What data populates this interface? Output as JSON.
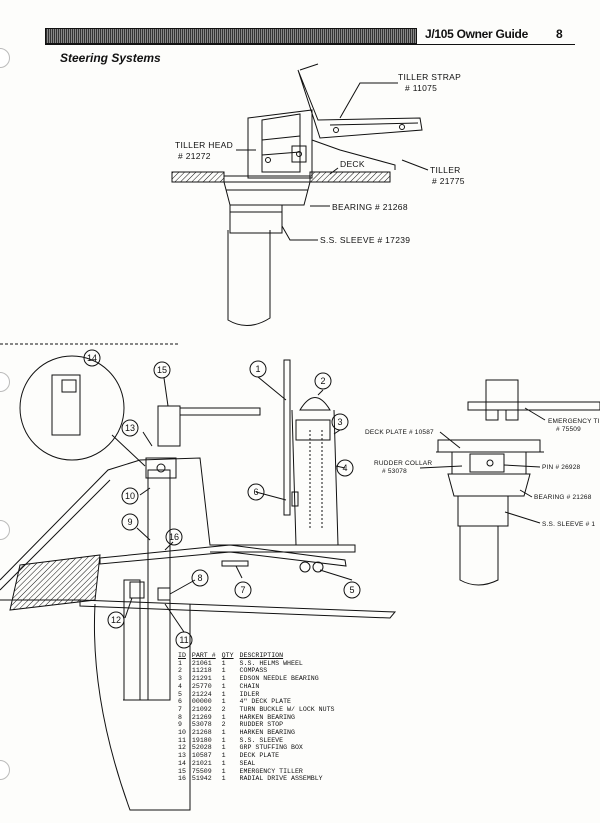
{
  "header": {
    "title": "J/105 Owner Guide",
    "page_number": "8"
  },
  "section_title": "Steering Systems",
  "tiller_diagram": {
    "labels": {
      "tiller_strap": "TILLER STRAP",
      "tiller_strap_part": "# 11075",
      "tiller_head": "TILLER HEAD",
      "tiller_head_part": "# 21272",
      "deck": "DECK",
      "tiller": "TILLER",
      "tiller_part": "# 21775",
      "bearing": "BEARING # 21268",
      "ss_sleeve": "S.S. SLEEVE # 17239"
    }
  },
  "emergency_diagram": {
    "labels": {
      "emergency_tiller": "EMERGENCY TI",
      "emergency_tiller_part": "# 75509",
      "deck_plate": "DECK PLATE # 10587",
      "rudder_collar": "RUDDER COLLAR",
      "rudder_collar_part": "# 53078",
      "pin": "PIN # 26928",
      "bearing": "BEARING # 21268",
      "ss_sleeve": "S.S. SLEEVE # 1"
    }
  },
  "callouts": [
    "1",
    "2",
    "3",
    "4",
    "5",
    "6",
    "7",
    "8",
    "9",
    "10",
    "11",
    "12",
    "13",
    "14",
    "15",
    "16"
  ],
  "parts_table": {
    "headers": [
      "ID",
      "PART #",
      "QTY",
      "DESCRIPTION"
    ],
    "rows": [
      [
        "1",
        "21061",
        "1",
        "S.S. HELMS WHEEL"
      ],
      [
        "2",
        "11218",
        "1",
        "COMPASS"
      ],
      [
        "3",
        "21291",
        "1",
        "EDSON NEEDLE BEARING"
      ],
      [
        "4",
        "25770",
        "1",
        "CHAIN"
      ],
      [
        "5",
        "21224",
        "1",
        "IDLER"
      ],
      [
        "6",
        "00000",
        "1",
        "4\" DECK PLATE"
      ],
      [
        "7",
        "21092",
        "2",
        "TURN BUCKLE W/ LOCK NUTS"
      ],
      [
        "8",
        "21269",
        "1",
        "HARKEN BEARING"
      ],
      [
        "9",
        "53078",
        "2",
        "RUDDER STOP"
      ],
      [
        "10",
        "21268",
        "1",
        "HARKEN BEARING"
      ],
      [
        "11",
        "19180",
        "1",
        "S.S. SLEEVE"
      ],
      [
        "12",
        "52028",
        "1",
        "GRP STUFFING BOX"
      ],
      [
        "13",
        "10587",
        "1",
        "DECK PLATE"
      ],
      [
        "14",
        "21021",
        "1",
        "SEAL"
      ],
      [
        "15",
        "75509",
        "1",
        "EMERGENCY TILLER"
      ],
      [
        "16",
        "51942",
        "1",
        "RADIAL DRIVE ASSEMBLY"
      ]
    ]
  }
}
